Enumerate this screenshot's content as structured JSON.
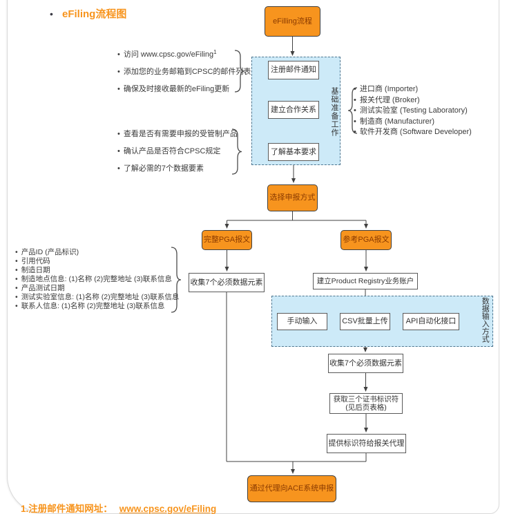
{
  "title": "eFiling流程图",
  "colors": {
    "accent_orange": "#F7941E",
    "orange_box_text": "#8A3A00",
    "node_border": "#595959",
    "group_fill": "#CDEAF8",
    "group_border": "#4D758F",
    "arrow": "#404040",
    "title_orange": "#F7941D"
  },
  "nodes": {
    "start": "eFilling流程",
    "register_email": "注册邮件通知",
    "build_partnership": "建立合作关系",
    "understand_requirements": "了解基本要求",
    "prep_group_label": "基础准备工作",
    "choose_method": "选择申报方式",
    "full_pga": "完整PGA报文",
    "reference_pga": "参考PGA报文",
    "collect_elements_left": "收集7个必须数据元素",
    "create_account": "建立Product Registry业务账户",
    "manual_input": "手动输入",
    "csv_upload": "CSV批量上传",
    "api_interface": "API自动化接口",
    "input_group_label": "数据输入方式",
    "collect_elements_right": "收集7个必须数据元素",
    "obtain_ids_line1": "获取三个证书标识符",
    "obtain_ids_line2": "(见后页表格)",
    "provide_ids": "提供标识符给报关代理",
    "final_submit": "通过代理向ACE系统申报"
  },
  "annotations": {
    "visit_list": [
      "访问 www.cpsc.gov/eFiling",
      "添加您的业务邮箱到CPSC的邮件列表",
      "确保及时接收最新的eFiling更新"
    ],
    "visit_superscript": "1",
    "check_list": [
      "查看是否有需要申报的受管制产品",
      "确认产品是否符合CPSC规定",
      "了解必需的7个数据要素"
    ],
    "partner_list": [
      "进口商 (Importer)",
      "报关代理 (Broker)",
      "测试实验室 (Testing Laboratory)",
      "制造商 (Manufacturer)",
      "软件开发商 (Software Developer)"
    ],
    "element_list": [
      "产品ID (产品标识)",
      "引用代码",
      "制造日期",
      "制造地点信息: (1)名称 (2)完整地址 (3)联系信息",
      "产品测试日期",
      "测试实验室信息: (1)名称 (2)完整地址 (3)联系信息",
      "联系人信息: (1)名称 (2)完整地址 (3)联系信息"
    ]
  },
  "footer": {
    "label": "1.注册邮件通知网址：",
    "link": "www.cpsc.gov/eFiling"
  }
}
